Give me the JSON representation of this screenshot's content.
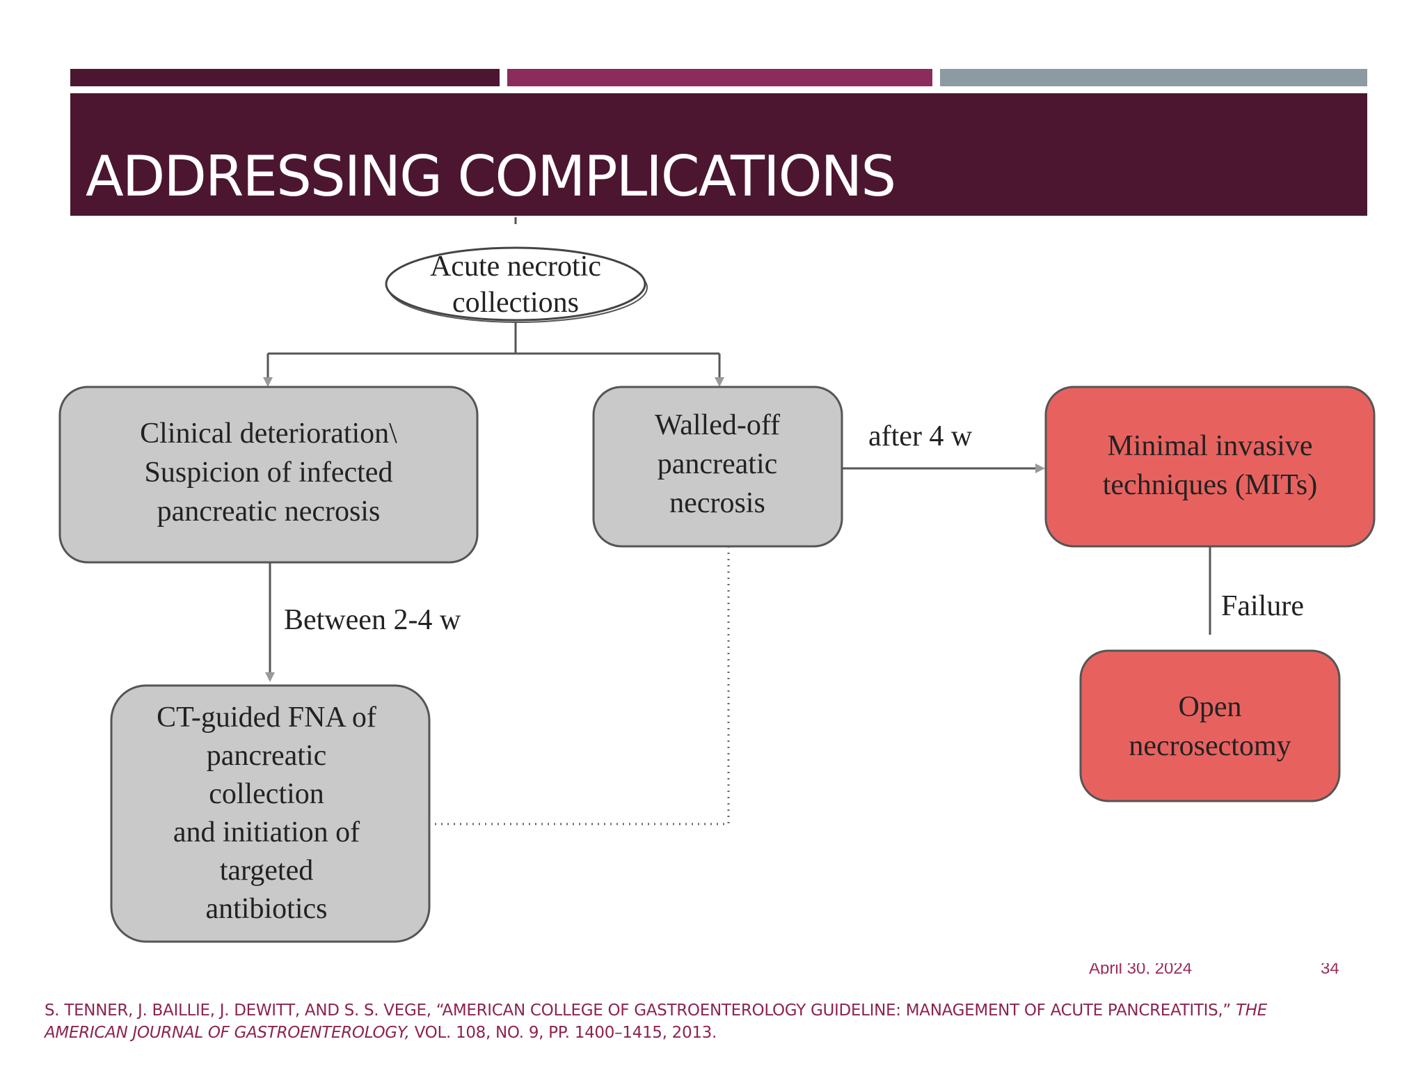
{
  "slide": {
    "title": "ADDRESSING COMPLICATIONS",
    "accent_colors": {
      "dark": "#4c1630",
      "magenta": "#8b2c5c",
      "grey": "#8e9aa1"
    }
  },
  "diagram": {
    "nodes": {
      "root": [
        "Acute necrotic",
        "collections"
      ],
      "clinical": [
        "Clinical deterioration\\",
        "Suspicion of infected",
        "pancreatic necrosis"
      ],
      "walled": [
        "Walled-off",
        "pancreatic",
        "necrosis"
      ],
      "mit": [
        "Minimal invasive",
        "techniques (MITs)"
      ],
      "ct": [
        "CT-guided FNA of",
        "pancreatic",
        "collection",
        "and initiation of",
        "targeted",
        "antibiotics"
      ],
      "open": [
        "Open",
        "necrosectomy"
      ]
    },
    "edges": {
      "between": "Between 2-4 w",
      "after": "after 4 w",
      "failure": "Failure"
    },
    "colors": {
      "neutral_box": "#c9c9c9",
      "surgical_box": "#e7625f"
    }
  },
  "footer": {
    "date": "April 30, 2024",
    "page": "34"
  },
  "citation": {
    "text": "S. TENNER, J. BAILLIE, J. DEWITT, AND S. S. VEGE, “AMERICAN COLLEGE OF GASTROENTEROLOGY GUIDELINE: MANAGEMENT OF ACUTE PANCREATITIS,” ",
    "journal": "THE AMERICAN JOURNAL OF GASTROENTEROLOGY,",
    "details": " VOL. 108, NO. 9, PP. 1400–1415, 2013."
  }
}
